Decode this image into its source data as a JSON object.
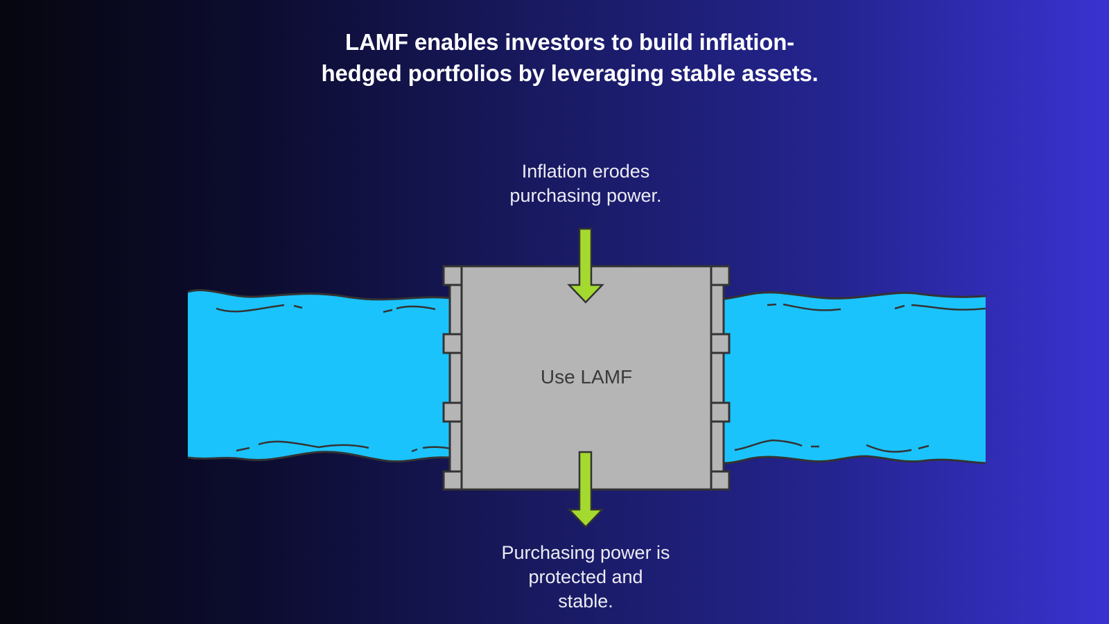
{
  "title": {
    "line1": "LAMF enables investors to build inflation-",
    "line2": "hedged portfolios by leveraging stable assets."
  },
  "top_label": {
    "line1": "Inflation erodes",
    "line2": "purchasing power."
  },
  "center_label": "Use LAMF",
  "bottom_label": {
    "line1": "Purchasing power is",
    "line2": "protected and",
    "line3": "stable."
  },
  "colors": {
    "water": "#1bc3fc",
    "dam": "#b5b5b5",
    "outline": "#333333",
    "arrow": "#a4d930"
  },
  "icons": {
    "input_arrow": "arrow-down-icon",
    "output_arrow": "arrow-down-icon"
  }
}
